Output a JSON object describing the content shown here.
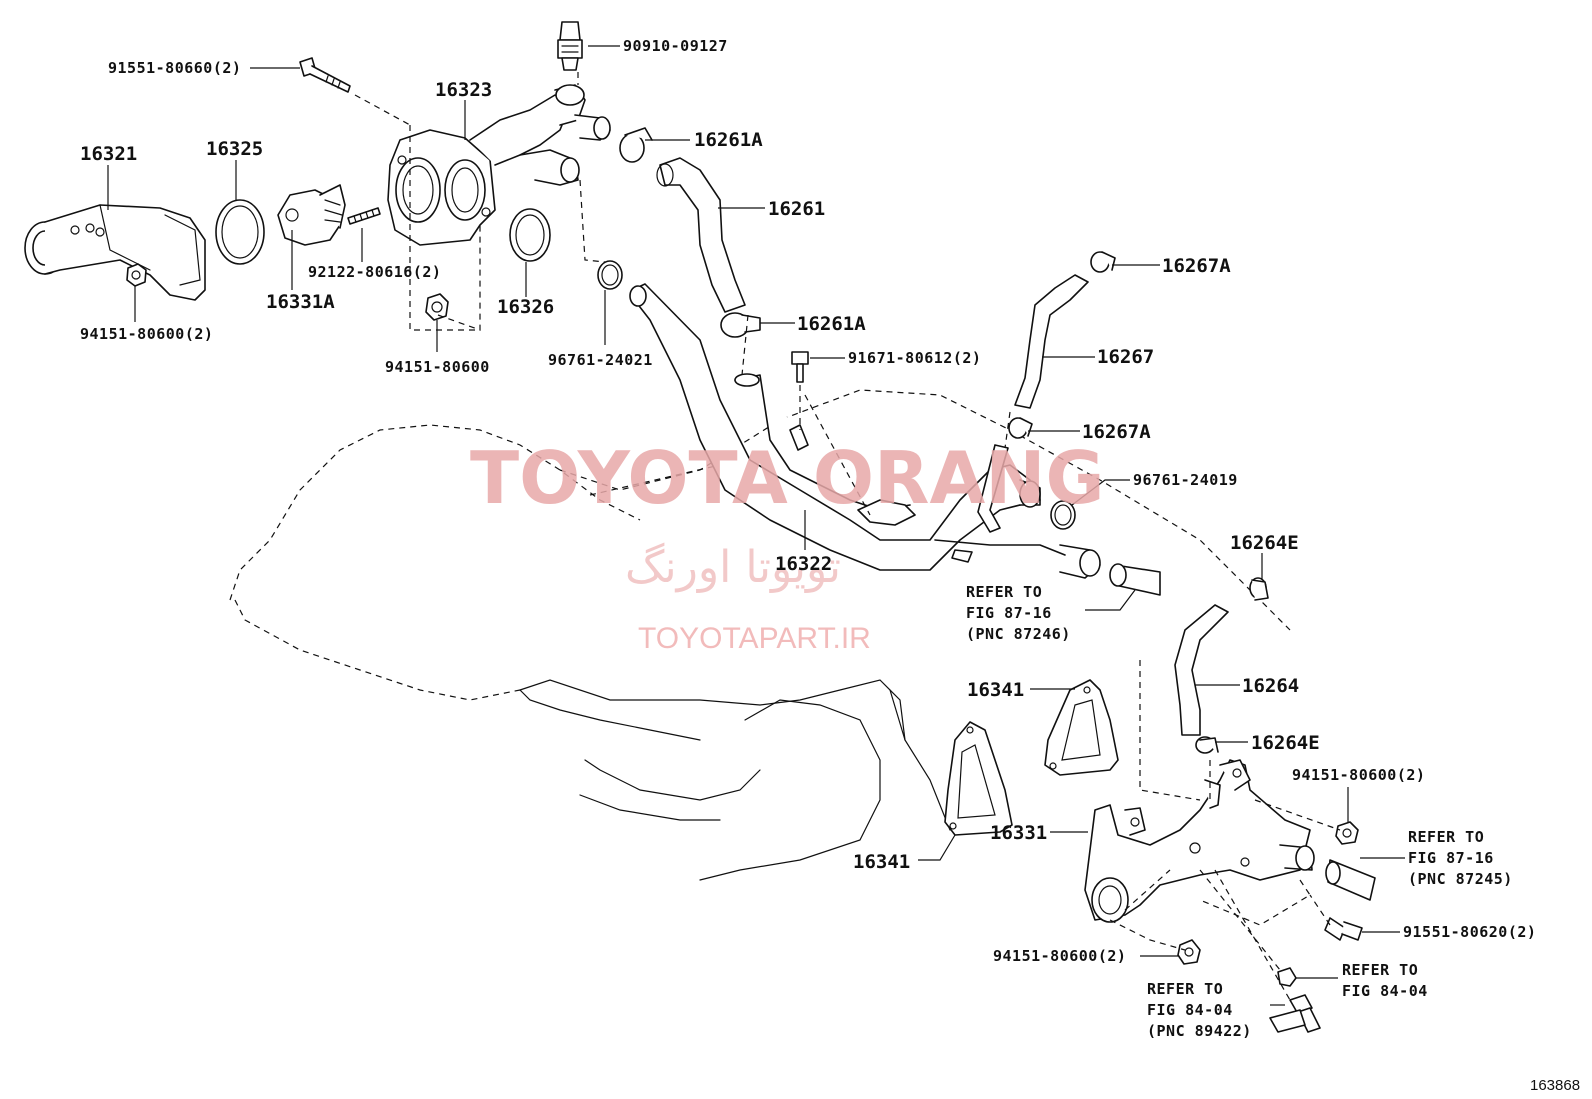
{
  "labels": {
    "p9155180660": "91551-80660(2)",
    "p9091009127": "90910-09127",
    "p16323": "16323",
    "p16321": "16321",
    "p16325": "16325",
    "p16261A_top": "16261A",
    "p16261": "16261",
    "p16267A_top": "16267A",
    "p9212280616": "92122-80616(2)",
    "p16331A": "16331A",
    "p16326": "16326",
    "p9415180600_2_left": "94151-80600(2)",
    "p9415180600_mid": "94151-80600",
    "p9676124021": "96761-24021",
    "p16261A_mid": "16261A",
    "p9167180612": "91671-80612(2)",
    "p16267": "16267",
    "p16267A_mid": "16267A",
    "p9676124019": "96761-24019",
    "p16322": "16322",
    "p16264E_top": "16264E",
    "refer_a1": "REFER TO",
    "refer_a2": "FIG 87-16",
    "refer_a3": "(PNC 87246)",
    "p16341_top": "16341",
    "p16264": "16264",
    "p16264E_bot": "16264E",
    "p9415180600_2_right": "94151-80600(2)",
    "refer_b1": "REFER TO",
    "refer_b2": "FIG 87-16",
    "refer_b3": "(PNC 87245)",
    "p16331": "16331",
    "p16341_bot": "16341",
    "p9155180620": "91551-80620(2)",
    "p9415180600_2_bot": "94151-80600(2)",
    "refer_c1": "REFER TO",
    "refer_c2": "FIG 84-04",
    "refer_c3": "(PNC 89422)",
    "refer_d1": "REFER TO",
    "refer_d2": "FIG 84-04",
    "figure_no": "163868"
  },
  "watermark": {
    "brand": "TOYOTA ORANG",
    "brand_fa": "تویوتا اورنگ",
    "url": "TOYOTAPART.IR"
  }
}
